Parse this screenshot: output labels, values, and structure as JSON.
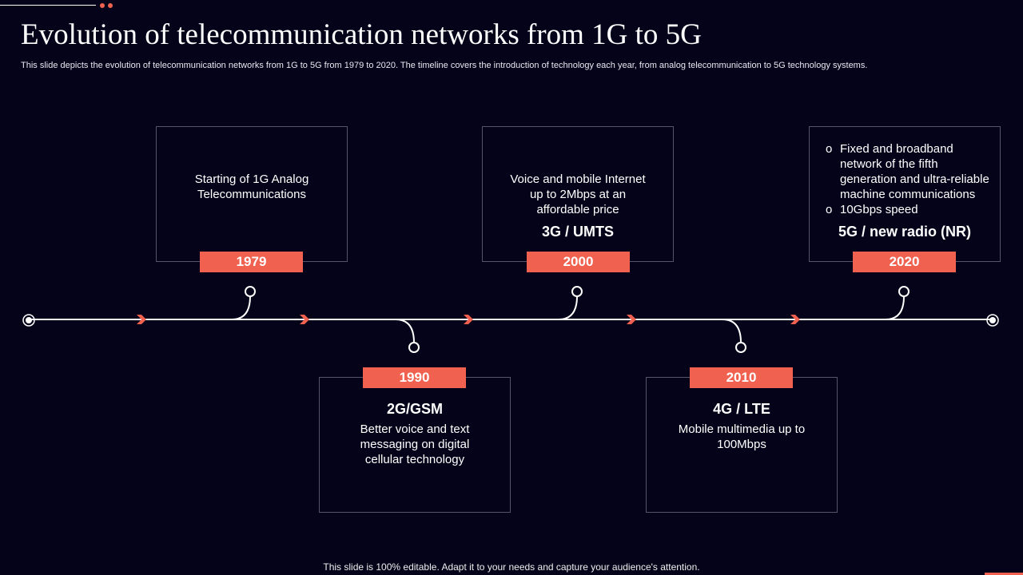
{
  "title": "Evolution of telecommunication networks from 1G to 5G",
  "subtitle": "This slide depicts the evolution of telecommunication networks from 1G to 5G from 1979 to 2020. The timeline covers the introduction of technology each year,  from analog telecommunication to 5G technology systems.",
  "milestones": [
    {
      "year": "1979",
      "text": "Starting of 1G Analog Telecommunications"
    },
    {
      "year": "1990",
      "generation": "2G/GSM",
      "text": "Better voice and text messaging on digital cellular technology"
    },
    {
      "year": "2000",
      "generation": "3G / UMTS",
      "text": "Voice and mobile Internet up to 2Mbps at an affordable price"
    },
    {
      "year": "2010",
      "generation": "4G / LTE",
      "text": "Mobile multimedia up to 100Mbps"
    },
    {
      "year": "2020",
      "generation": "5G / new radio (NR)",
      "bullets": [
        "Fixed and broadband network of the fifth generation and ultra-reliable machine communications",
        "10Gbps speed"
      ]
    }
  ],
  "footer": "This slide is 100% editable. Adapt it to your needs and capture your audience's attention.",
  "colors": {
    "background": "#05031a",
    "accent": "#f0614f"
  }
}
